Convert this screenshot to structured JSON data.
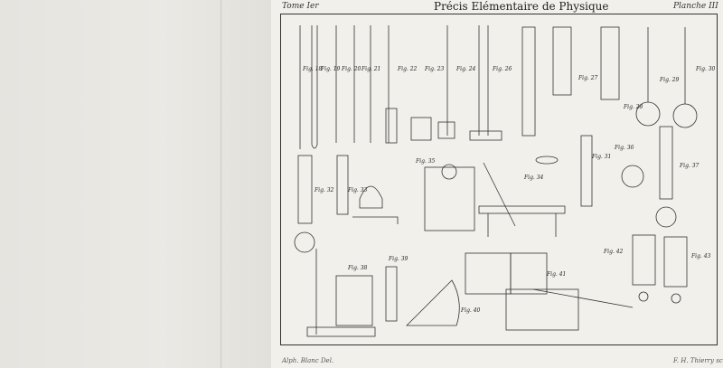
{
  "header": {
    "volume": "Tome Ier",
    "title": "Précis Elémentaire de Physique",
    "plate": "Planche III"
  },
  "figures": [
    "Fig. 18",
    "Fig. 19",
    "Fig. 20",
    "Fig. 21",
    "Fig. 22",
    "Fig. 23",
    "Fig. 24",
    "Fig. 26",
    "Fig. 27",
    "Fig. 28",
    "Fig. 29",
    "Fig. 30",
    "Fig. 31",
    "Fig. 32",
    "Fig. 33",
    "Fig. 34",
    "Fig. 35",
    "Fig. 36",
    "Fig. 37",
    "Fig. 38",
    "Fig. 39",
    "Fig. 40",
    "Fig. 41",
    "Fig. 42",
    "Fig. 43"
  ],
  "footer": {
    "draughtsman": "Alph. Blanc Del.",
    "engraver": "F. H. Thierry sculp."
  }
}
